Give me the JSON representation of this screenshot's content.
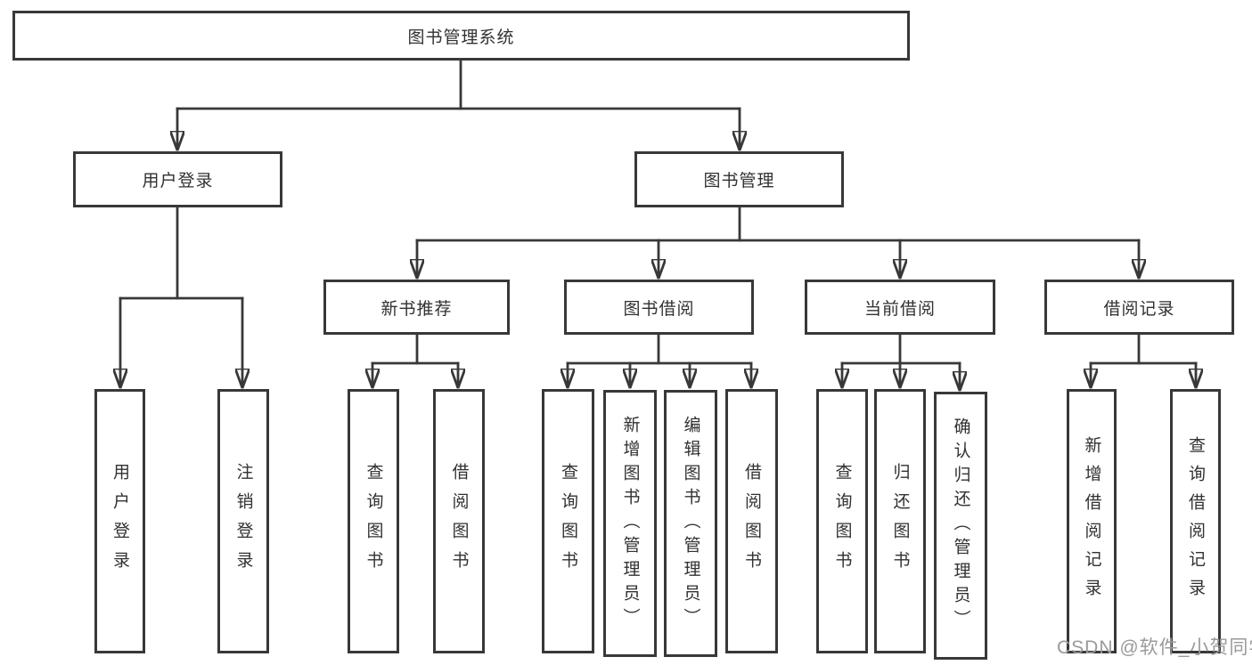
{
  "tree": {
    "root": {
      "label": "图书管理系统"
    },
    "branches": [
      {
        "label": "用户登录",
        "children": [
          "用户登录",
          "注销登录"
        ]
      },
      {
        "label": "图书管理",
        "groups": [
          {
            "label": "新书推荐",
            "children": [
              "查询图书",
              "借阅图书"
            ]
          },
          {
            "label": "图书借阅",
            "children": [
              "查询图书",
              "新增图书（管理员）",
              "编辑图书（管理员）",
              "借阅图书"
            ]
          },
          {
            "label": "当前借阅",
            "children": [
              "查询图书",
              "归还图书",
              "确认归还（管理员）"
            ]
          },
          {
            "label": "借阅记录",
            "children": [
              "新增借阅记录",
              "查询借阅记录"
            ]
          }
        ]
      }
    ]
  },
  "watermark": "CSDN @软件_小贺同学",
  "colors": {
    "line": "#383838",
    "text": "#313131",
    "watermark": "#9a9a9a",
    "background": "#ffffff"
  }
}
